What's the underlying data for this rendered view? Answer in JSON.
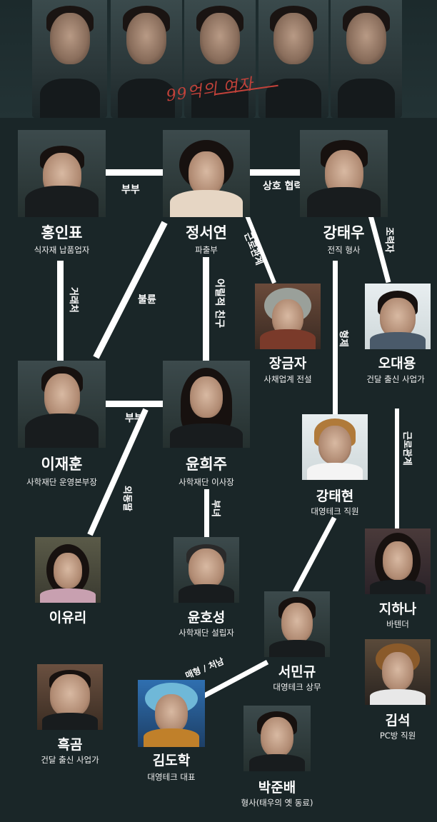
{
  "banner": {
    "title": "99억의 여자"
  },
  "characters": {
    "hong_inpyo": {
      "name": "홍인표",
      "role": "식자재 납품업자"
    },
    "jung_seoyeon": {
      "name": "정서연",
      "role": "파출부"
    },
    "kang_taewoo": {
      "name": "강태우",
      "role": "전직 형사"
    },
    "jang_geumja": {
      "name": "장금자",
      "role": "사채업계 전설"
    },
    "oh_daeyong": {
      "name": "오대용",
      "role": "건달 출신 사업가"
    },
    "lee_jaehoon": {
      "name": "이재훈",
      "role": "사학재단 운영본부장"
    },
    "yoon_heeju": {
      "name": "윤희주",
      "role": "사학재단 이사장"
    },
    "kang_taehyun": {
      "name": "강태현",
      "role": "대영테크 직원"
    },
    "lee_yuri": {
      "name": "이유리",
      "role": ""
    },
    "yoon_hoseong": {
      "name": "윤호성",
      "role": "사학재단 설립자"
    },
    "ji_hana": {
      "name": "지하나",
      "role": "바텐더"
    },
    "seo_mingyu": {
      "name": "서민규",
      "role": "대영테크 상무"
    },
    "heukgom": {
      "name": "흑곰",
      "role": "건달 출신 사업가"
    },
    "kim_doha": {
      "name": "김도학",
      "role": "대영테크 대표"
    },
    "kim_seok": {
      "name": "김석",
      "role": "PC방 직원"
    },
    "park_junbae": {
      "name": "박준배",
      "role": "형사(태우의 옛 동료)"
    }
  },
  "relations": {
    "hong_jung": "부부",
    "jung_kang": "상호 협력",
    "jung_jang": "근로관계",
    "kang_oh": "조력자",
    "hong_lee": "거래처",
    "affair": "불륜",
    "jung_yoon": "어릴적 친구",
    "kang_brothers": "형제",
    "lee_yoon": "부부",
    "oh_jihana": "근로관계",
    "lee_yuri": "외동딸",
    "yoon_father": "부녀",
    "seo_kim": "매형 / 처남"
  },
  "colors": {
    "background": "#1a2628",
    "line": "#ffffff",
    "title_accent": "#c3423a"
  }
}
